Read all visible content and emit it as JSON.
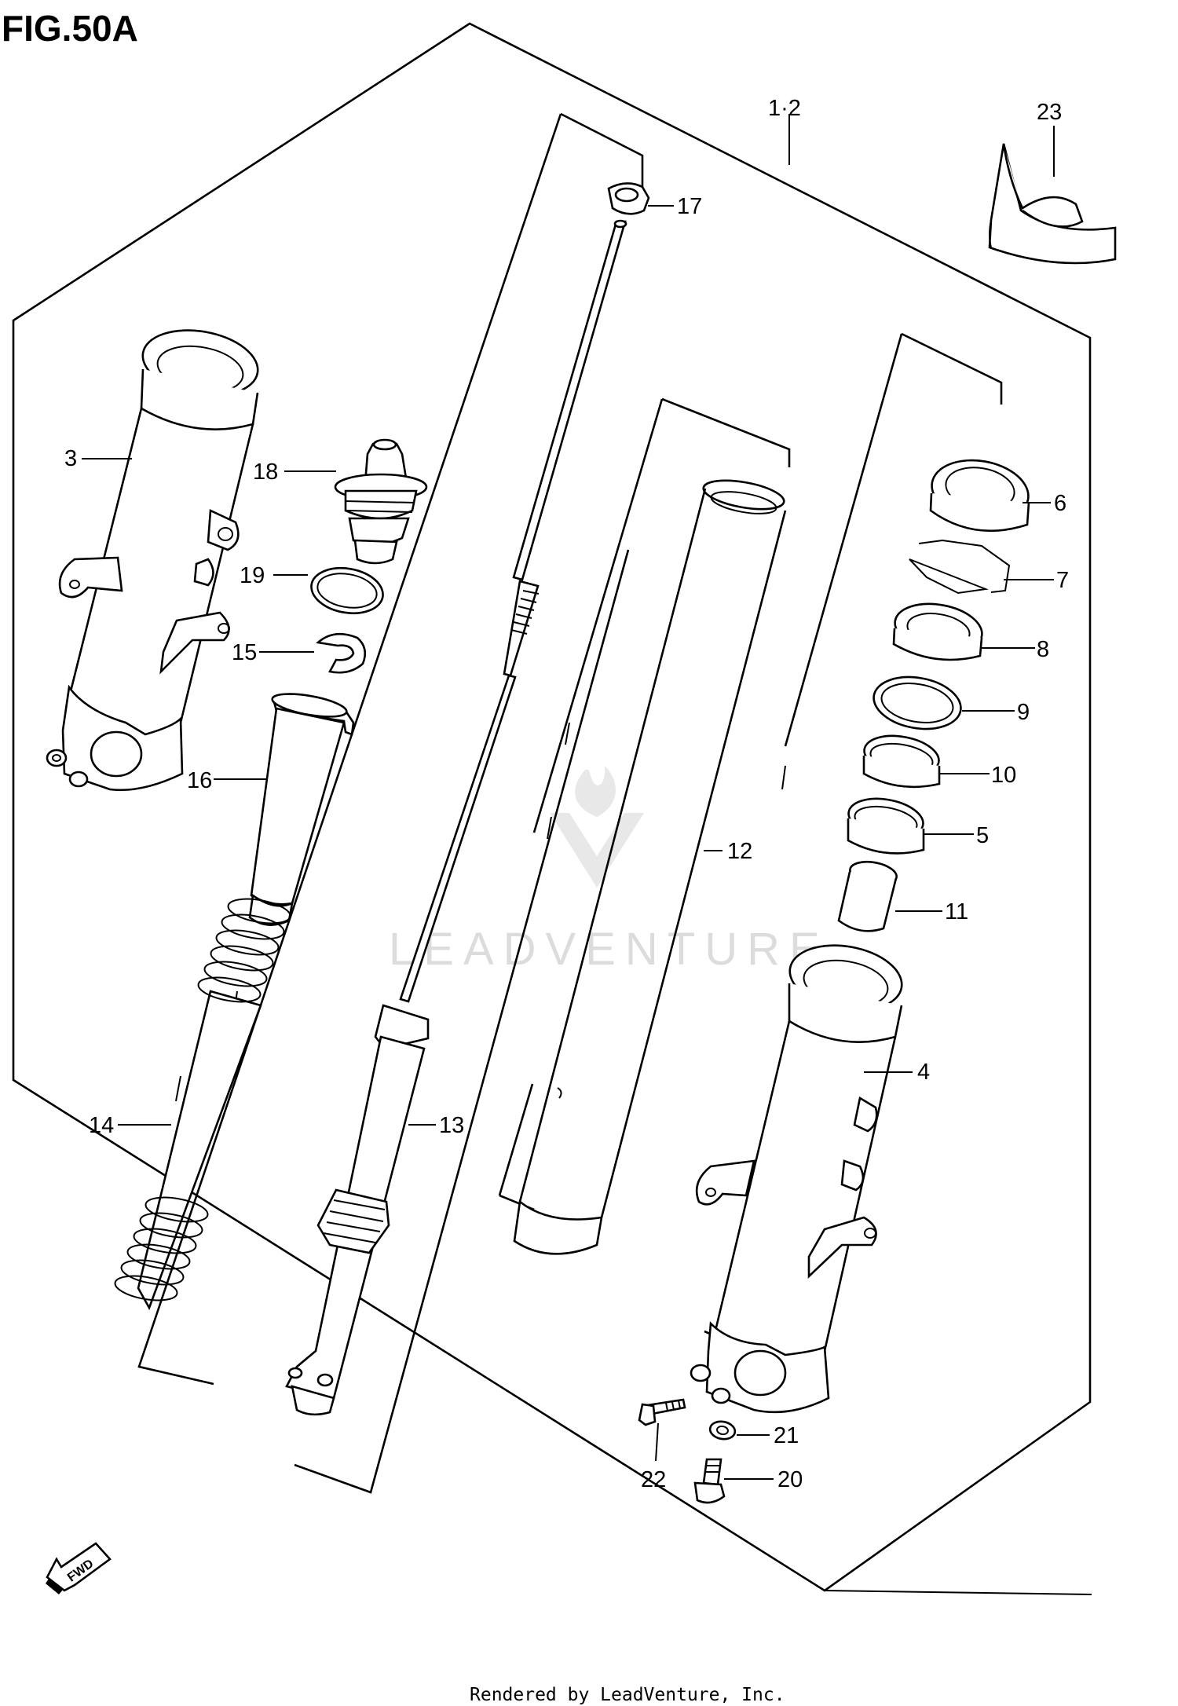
{
  "figure": {
    "title": "FIG.50A",
    "footer": "Rendered by LeadVenture, Inc.",
    "watermark": "LEADVENTURE",
    "fwd_label": "FWD"
  },
  "callouts": [
    {
      "id": "1-2",
      "text": "1·2"
    },
    {
      "id": "3",
      "text": "3"
    },
    {
      "id": "4",
      "text": "4"
    },
    {
      "id": "5",
      "text": "5"
    },
    {
      "id": "6",
      "text": "6"
    },
    {
      "id": "7",
      "text": "7"
    },
    {
      "id": "8",
      "text": "8"
    },
    {
      "id": "9",
      "text": "9"
    },
    {
      "id": "10",
      "text": "10"
    },
    {
      "id": "11",
      "text": "11"
    },
    {
      "id": "12",
      "text": "12"
    },
    {
      "id": "13",
      "text": "13"
    },
    {
      "id": "14",
      "text": "14"
    },
    {
      "id": "15",
      "text": "15"
    },
    {
      "id": "16",
      "text": "16"
    },
    {
      "id": "17",
      "text": "17"
    },
    {
      "id": "18",
      "text": "18"
    },
    {
      "id": "19",
      "text": "19"
    },
    {
      "id": "20",
      "text": "20"
    },
    {
      "id": "21",
      "text": "21"
    },
    {
      "id": "22",
      "text": "22"
    },
    {
      "id": "23",
      "text": "23"
    }
  ]
}
